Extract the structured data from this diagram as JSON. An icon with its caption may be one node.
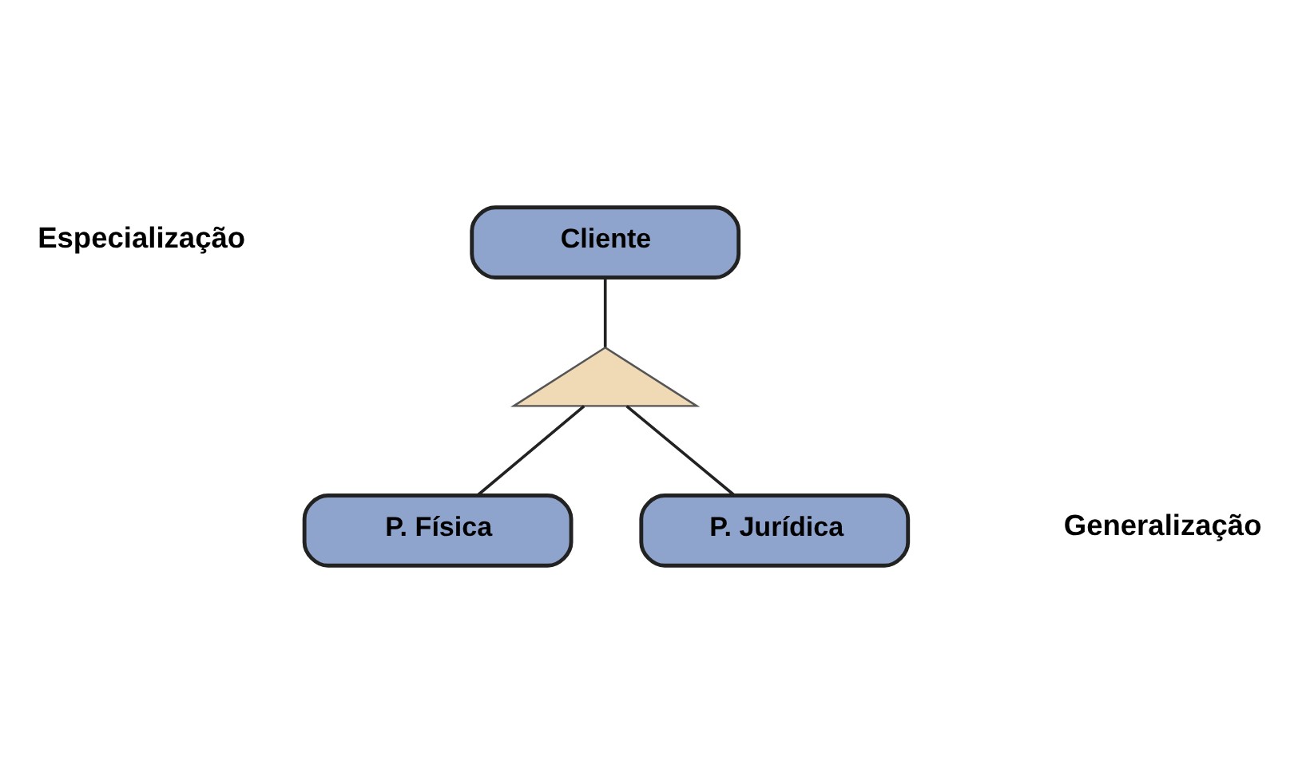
{
  "diagram": {
    "nodes": [
      {
        "text": [
          "Cliente"
        ]
      },
      {
        "text": [],
        "shape": "triangle"
      },
      {
        "text": [
          "P. Física"
        ]
      },
      {
        "text": [
          "P. Jurídica"
        ]
      }
    ],
    "edges": [
      {
        "from": 0,
        "to": 1,
        "arrow": "none"
      },
      {
        "from": 1,
        "to": 2,
        "arrow": "none"
      },
      {
        "from": 1,
        "to": 3,
        "arrow": "none"
      }
    ],
    "labels": [
      "Especialização",
      "Generalização"
    ]
  }
}
